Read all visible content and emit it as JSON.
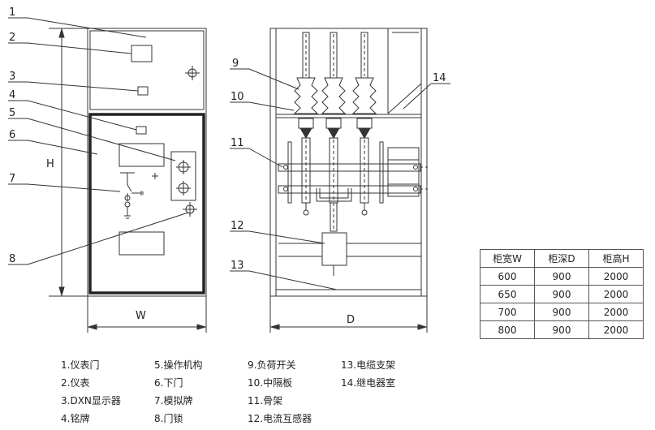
{
  "callouts": [
    "1",
    "2",
    "3",
    "4",
    "5",
    "6",
    "7",
    "8",
    "9",
    "10",
    "11",
    "12",
    "13",
    "14"
  ],
  "dimensions": {
    "height": "H",
    "width": "W",
    "depth": "D"
  },
  "legend": [
    [
      "1.仪表门",
      "2.仪表",
      "3.DXN显示器",
      "4.铭牌"
    ],
    [
      "5.操作机构",
      "6.下门",
      "7.模拟牌",
      "8.门锁"
    ],
    [
      "9.负荷开关",
      "10.中隔板",
      "11.骨架",
      "12.电流互感器"
    ],
    [
      "13.电缆支架",
      "14.继电器室"
    ]
  ],
  "table": {
    "headers": [
      "柜宽W",
      "柜深D",
      "柜高H"
    ],
    "rows": [
      [
        "600",
        "900",
        "2000"
      ],
      [
        "650",
        "900",
        "2000"
      ],
      [
        "700",
        "900",
        "2000"
      ],
      [
        "800",
        "900",
        "2000"
      ]
    ]
  }
}
